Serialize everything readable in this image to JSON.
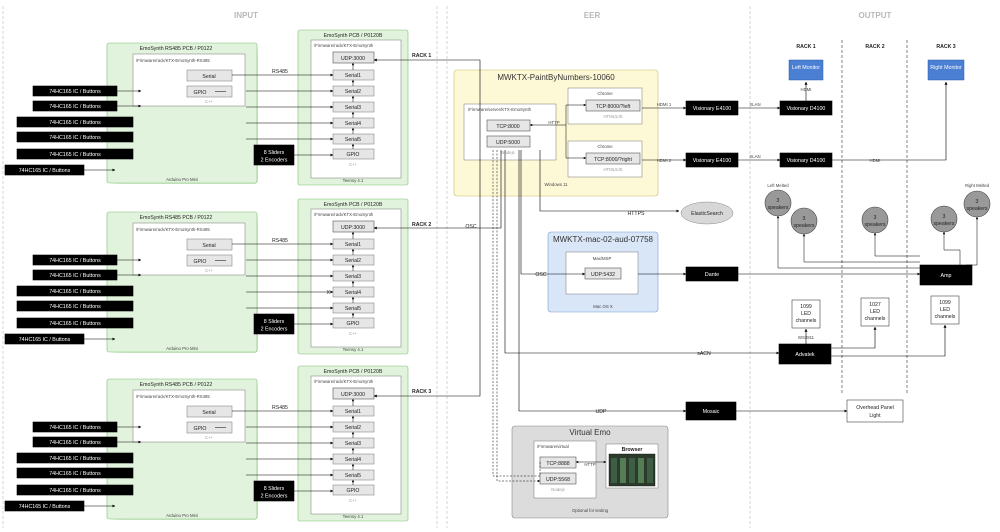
{
  "sections": {
    "input": "INPUT",
    "eer": "EER",
    "output": "OUTPUT"
  },
  "input_bank": {
    "button_labels": [
      "74HC165 IC / Buttons",
      "74HC165 IC / Buttons",
      "74HC165 IC / Buttons",
      "74HC165 IC / Buttons",
      "74HC165 IC / Buttons",
      "74HC165 IC / Buttons"
    ],
    "arduino_title": "EmoSynth RS485 PCB / P0122",
    "arduino_path": "/Firmware/rack/KTX-EmoSynth-RS485",
    "serial_label": "Serial",
    "gpio_label": "GPIO",
    "lang_label": "C++",
    "pro_mini_label": "Arduino Pro Mini",
    "rs485_label": "RS485",
    "sliders_line1": "8 Sliders",
    "sliders_line2": "2 Encoders",
    "teensy_title": "EmoSynth PCB / P0120B",
    "teensy_path": "/Firmware/rack/KTX-EmoSynth",
    "udp_label": "UDP:3000",
    "serial_ports": [
      "Serial1",
      "Serial2",
      "Serial3",
      "Serial4",
      "Serial5"
    ],
    "teensy_gpio": "GPIO",
    "teensy_lang": "C++",
    "teensy_label": "Teensy 4.1",
    "x_mark": "X"
  },
  "racks": [
    {
      "label": "RACK 1"
    },
    {
      "label": "RACK 2"
    },
    {
      "label": "RACK 3"
    }
  ],
  "paint": {
    "title": "MWKTX-PaintByNumbers-10060",
    "path": "/Firmware/server/KTX-EmoSynth",
    "tcp": "TCP:8000",
    "udp": "UDP:5000",
    "node": "Nodejs",
    "http": "HTTP",
    "chrome1": "Chrome",
    "chrome_left": "TCP:8000/?left",
    "chrome2": "Chrome",
    "chrome_right": "TCP:8000/?right",
    "html5": "HTML5JS",
    "os": "Windows 11"
  },
  "mac": {
    "title": "MWKTX-mac-02-aud-07758",
    "app": "Max/MSP",
    "udp": "UDP:5432",
    "os": "Mac OS X"
  },
  "virtual": {
    "title": "Virtual Emo",
    "path": "/Firmware/virtual",
    "tcp": "TCP:8888",
    "udp": "UDP:5568",
    "node": "Nodejs",
    "browser": "Browser",
    "http": "HTTP",
    "footer": "Optional for testing"
  },
  "links": {
    "osc": "OSC",
    "https": "HTTPS",
    "elastic": "ElasticSearch",
    "hdmi1": "HDMI 1",
    "hdmi2": "HDMI 2",
    "xlan": "XLAN",
    "hdmi": "HDMI",
    "sacn": "sACN",
    "udp": "UDP",
    "ws2811": "WS2811"
  },
  "devices": {
    "e4100": "Visionary E4100",
    "d4100": "Visionary D4100",
    "dante": "Dante",
    "amp": "Amp",
    "advatek": "Advatek",
    "mosaic": "Mosaic"
  },
  "output": {
    "rack1": "RACK 1",
    "rack2": "RACK 2",
    "rack3": "RACK 3",
    "left_monitor": "Left Monitor",
    "right_monitor": "Right Monitor",
    "left_melted": "Left Melted",
    "right_melted": "Right Melted",
    "speaker_line1": "3",
    "speaker_line2": "speakers",
    "led1_line1": "1099",
    "led2_line1": "1027",
    "led3_line1": "1099",
    "led_line2": "LED",
    "led_line3": "channels",
    "panel_line1": "Overhead Panel",
    "panel_line2": "Light"
  },
  "colors": {
    "green_fill": "#e2f3dd",
    "green_stroke": "#7cbf72",
    "yellow_fill": "#fdf8d6",
    "blue_fill": "#d8e6f8",
    "grey_fill": "#dcdcdc",
    "monitor": "#4a7fd3"
  }
}
